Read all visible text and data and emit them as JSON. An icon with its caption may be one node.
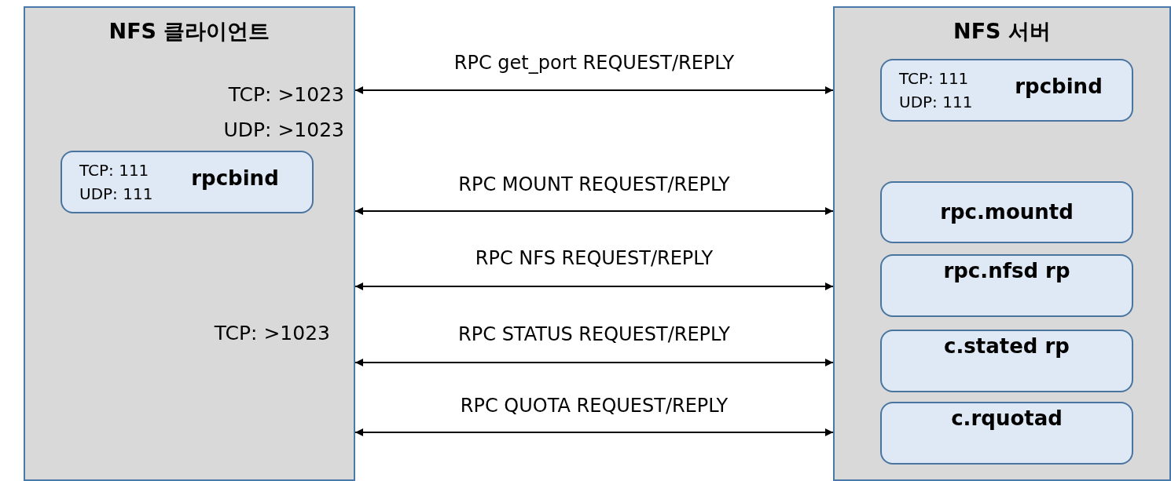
{
  "diagram": {
    "nodes": [
      {
        "text": [
          "NFS 클라이언트",
          "TCP: >1023 UDP: >1023",
          "TCP: >1023"
        ]
      },
      {
        "text": [
          "TCP: 111 UDP: 111",
          "rpcbind"
        ],
        "in": 0
      },
      {
        "text": [
          "NFS 서버"
        ]
      },
      {
        "text": [
          "TCP: 111 UDP: 111",
          "rpcbind"
        ],
        "in": 2
      },
      {
        "text": [
          "rpc.mountd"
        ],
        "in": 2
      },
      {
        "text": [
          "rpc.nfsd rp"
        ],
        "in": 2
      },
      {
        "text": [
          "c.stated rp"
        ],
        "in": 2
      },
      {
        "text": [
          "c.rquotad"
        ],
        "in": 2
      }
    ],
    "edges": [
      {
        "from": 0,
        "to": 2,
        "arrow": "both",
        "label": "RPC get_port REQUEST/REPLY"
      },
      {
        "from": 0,
        "to": 2,
        "arrow": "both",
        "label": "RPC MOUNT REQUEST/REPLY"
      },
      {
        "from": 0,
        "to": 2,
        "arrow": "both",
        "label": "RPC NFS REQUEST/REPLY"
      },
      {
        "from": 0,
        "to": 2,
        "arrow": "both",
        "label": "RPC STATUS REQUEST/REPLY"
      },
      {
        "from": 0,
        "to": 2,
        "arrow": "both",
        "label": "RPC QUOTA REQUEST/REPLY"
      }
    ]
  }
}
